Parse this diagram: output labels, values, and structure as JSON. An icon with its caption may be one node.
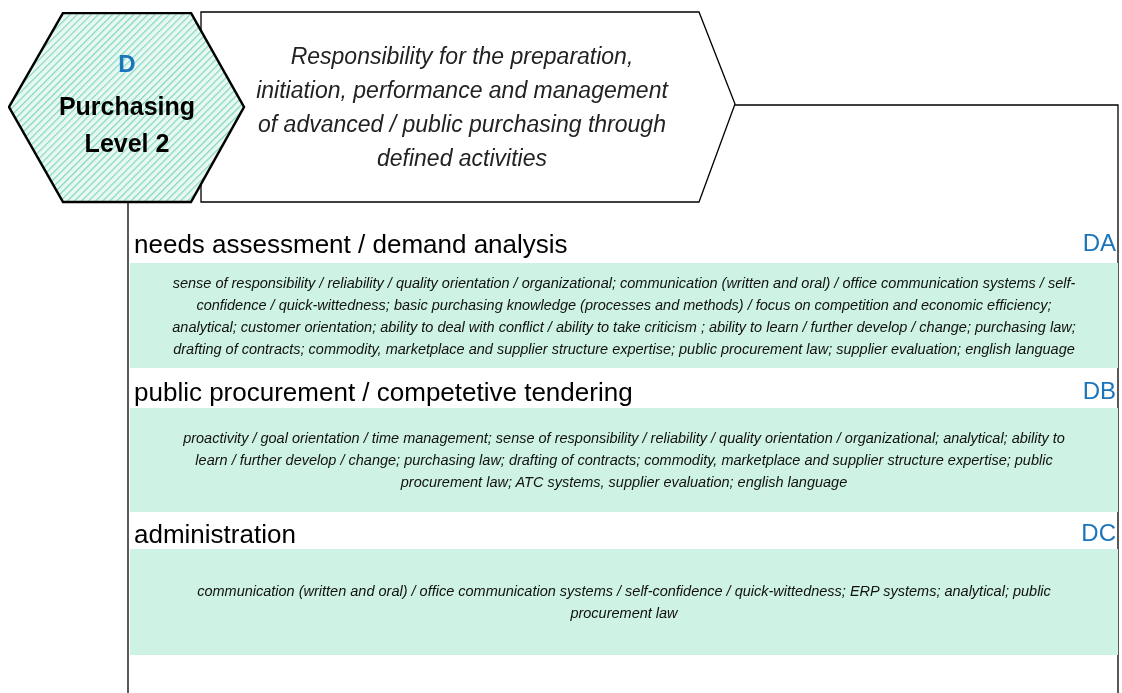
{
  "diagram": {
    "nodes": [
      {
        "text": [
          "D",
          "Purchasing Level 2"
        ]
      },
      {
        "text": [
          "Responsibility for the preparation, initiation, performance and management of  advanced / public purchasing through defined activities"
        ]
      },
      {
        "text": [
          "needs assessment / demand analysis",
          "sense of responsibility / reliability / quality orientation / organizational; communication (written and oral)  / office communication systems / self-confidence / quick-wittedness; basic purchasing knowledge (processes and methods) / focus on competition and economic efficiency; analytical; customer orientation; ability to deal with conflict / ability to take criticism ; ability to learn / further develop / change; purchasing law; drafting of contracts; commodity, marketplace and supplier structure expertise; public procurement law; supplier evaluation; english language"
        ],
        "beside": [
          "DA"
        ]
      },
      {
        "text": [
          "public procurement / competetive tendering",
          "proactivity / goal orientation / time management; sense of responsibility / reliability / quality orientation / organizational; analytical; ability to learn / further develop / change; purchasing law; drafting of contracts; commodity, marketplace and supplier structure expertise; public procurement law; ATC systems, supplier evaluation; english language"
        ],
        "beside": [
          "DB"
        ]
      },
      {
        "text": [
          "administration",
          "communication (written and oral)  / office communication systems / self-confidence / quick-wittedness; ERP systems; analytical; public procurement law"
        ],
        "beside": [
          "DC"
        ]
      }
    ],
    "edges": []
  }
}
